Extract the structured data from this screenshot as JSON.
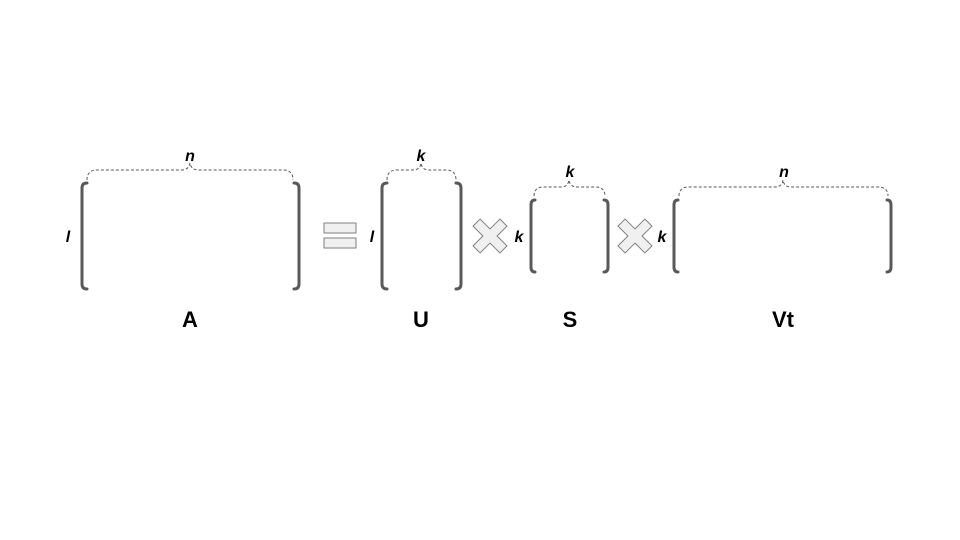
{
  "matrices": {
    "a": {
      "name": "A",
      "rows": "l",
      "cols": "n"
    },
    "u": {
      "name": "U",
      "rows": "l",
      "cols": "k"
    },
    "s": {
      "name": "S",
      "rows": "k",
      "cols": "k"
    },
    "vt": {
      "name": "Vt",
      "rows": "k",
      "cols": "n"
    }
  },
  "operators": [
    "equals-icon",
    "times-icon",
    "times-icon"
  ],
  "colors": {
    "bracket": "#595959",
    "operator_fill": "#f0f0f0",
    "operator_stroke": "#808080",
    "text": "#000000"
  }
}
